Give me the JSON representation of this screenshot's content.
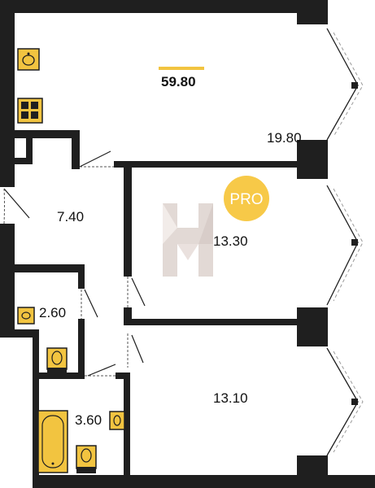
{
  "total_area": "59.80",
  "accent_color": "#f2c440",
  "wall_color": "#1f1f1f",
  "badge": {
    "text": "PRO",
    "color": "#f7c948"
  },
  "logo": {
    "letter": "H",
    "icon": "h-logo-icon"
  },
  "rooms": {
    "living": {
      "area": "19.80"
    },
    "hall": {
      "area": "7.40"
    },
    "bedroom_1": {
      "area": "13.30"
    },
    "wardrobe": {
      "area": "2.60"
    },
    "bathroom": {
      "area": "3.60"
    },
    "bedroom_2": {
      "area": "13.10"
    }
  }
}
